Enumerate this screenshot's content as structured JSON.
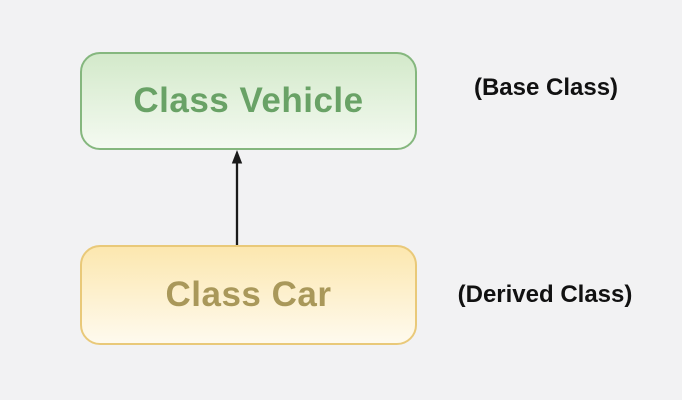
{
  "canvas": {
    "background": "#f2f2f3"
  },
  "diagram": {
    "title_context": "class inheritance diagram",
    "base_box": {
      "label": "Class Vehicle",
      "border_color": "#85b77e",
      "fill_top": "#d3e9ca",
      "fill_bottom": "#f4faf1",
      "text_color": "#69a266"
    },
    "derived_box": {
      "label": "Class Car",
      "border_color": "#e9c979",
      "fill_top": "#fce7af",
      "fill_bottom": "#fefaee",
      "text_color": "#a9985a"
    },
    "arrow": {
      "direction": "up",
      "from": "derived_box",
      "to": "base_box",
      "color": "#1a1a1a"
    },
    "annotations": {
      "base_label": "(Base Class)",
      "derived_label": "(Derived Class)",
      "text_color": "#111111"
    }
  }
}
